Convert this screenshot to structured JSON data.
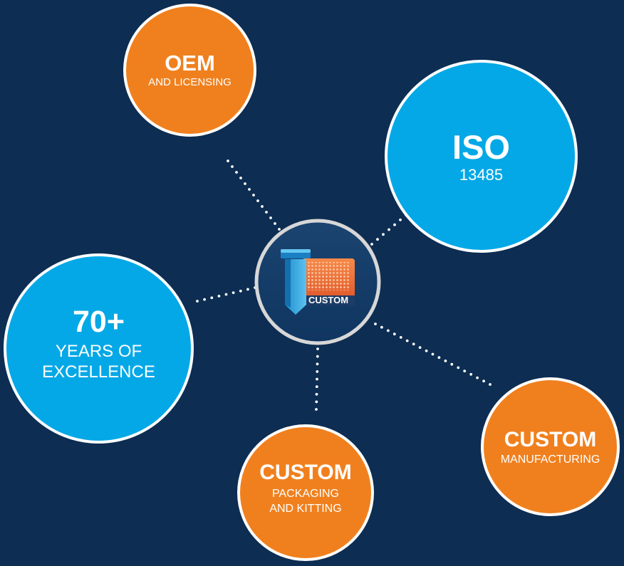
{
  "colors": {
    "background": "#0d2d52",
    "orange": "#f0801e",
    "blue": "#05a8e6",
    "white": "#ffffff"
  },
  "center": {
    "icon": "custom-tube-plate-icon",
    "label": "CUSTOM"
  },
  "bubbles": {
    "oem": {
      "title": "OEM",
      "subtitle": "AND LICENSING",
      "color": "orange"
    },
    "iso": {
      "title": "ISO",
      "subtitle": "13485",
      "color": "blue"
    },
    "years": {
      "title": "70+",
      "line1": "YEARS OF",
      "line2": "EXCELLENCE",
      "color": "blue"
    },
    "manufacturing": {
      "title": "CUSTOM",
      "subtitle": "MANUFACTURING",
      "color": "orange"
    },
    "packaging": {
      "title": "CUSTOM",
      "line1": "PACKAGING",
      "line2": "AND KITTING",
      "color": "orange"
    }
  }
}
